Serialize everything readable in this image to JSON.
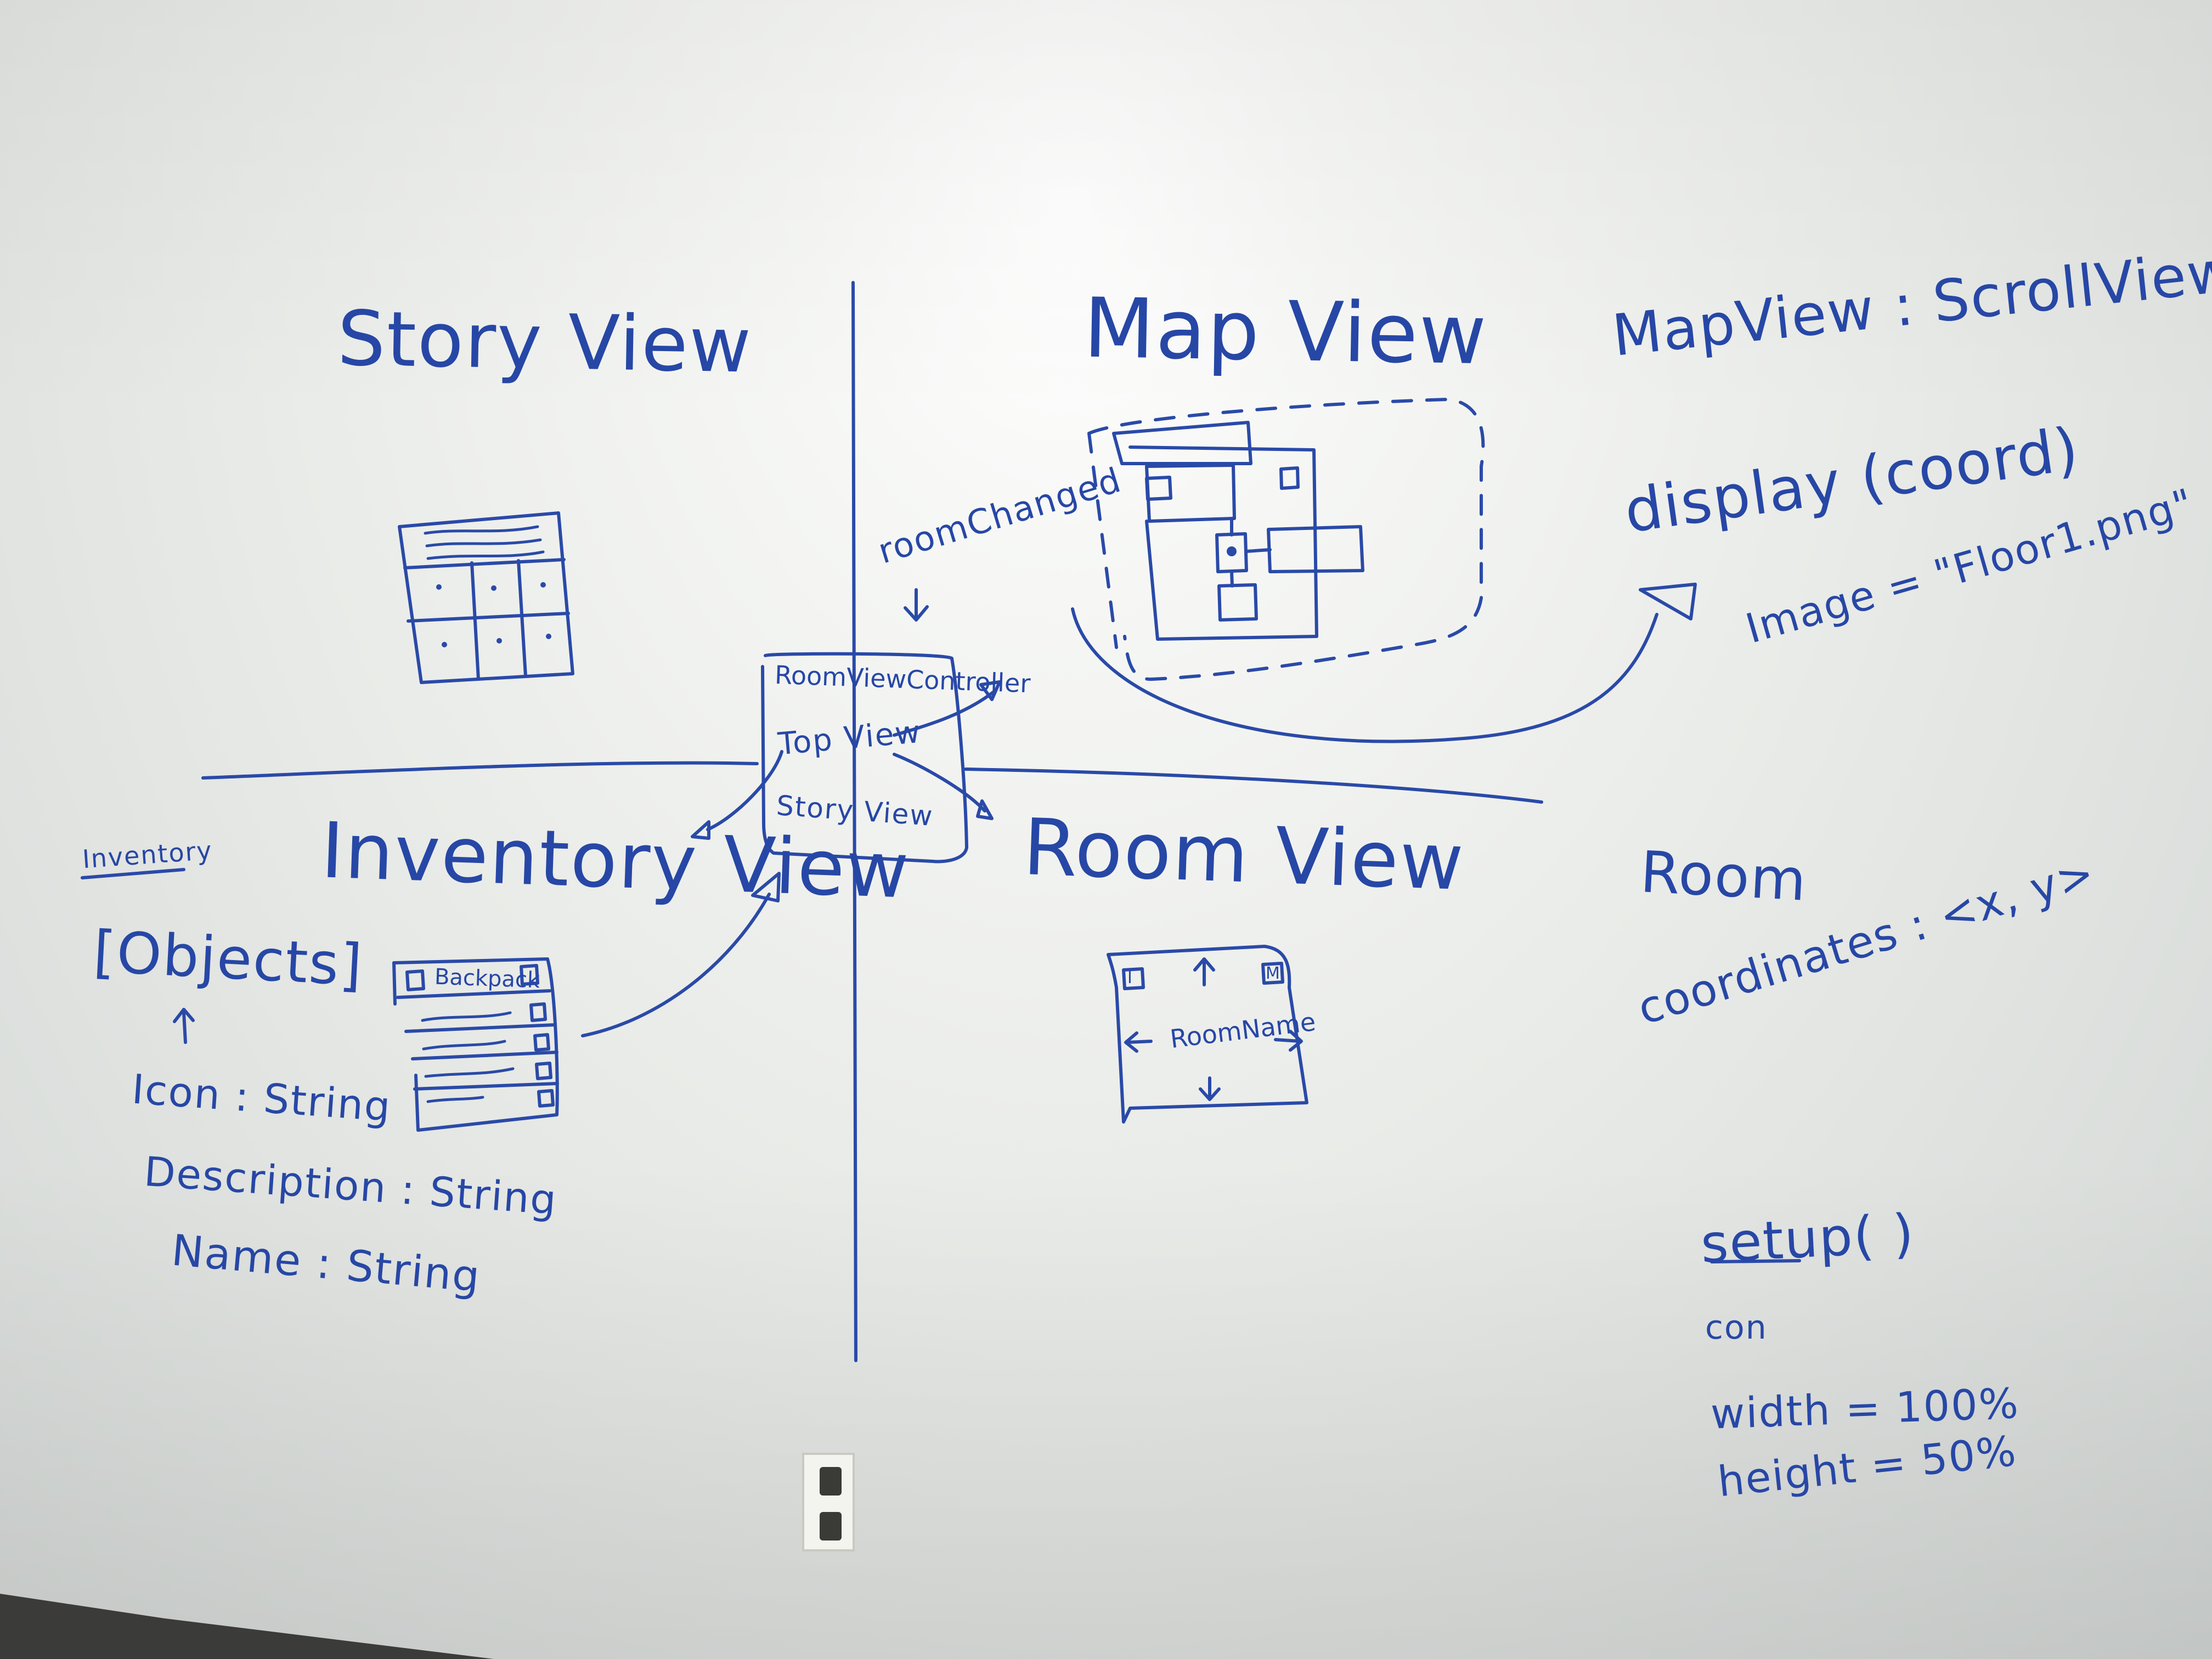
{
  "regions": {
    "story": {
      "title": "Story View"
    },
    "map": {
      "title": "Map View"
    },
    "inventory": {
      "title": "Inventory View"
    },
    "room": {
      "title": "Room View"
    }
  },
  "controller": {
    "name": "RoomViewController",
    "items": [
      "Top View",
      "Story View"
    ],
    "event": "roomChanged"
  },
  "inventory_model": {
    "heading": "Inventory",
    "type": "[Objects]",
    "fields": [
      "Icon : String",
      "Description : String",
      "Name : String"
    ]
  },
  "backpack": {
    "label": "Backpack"
  },
  "room_mock": {
    "name": "RoomName",
    "left_button": "I",
    "right_button": "M"
  },
  "mapview_notes": {
    "class_decl": "MapView : ScrollView",
    "method": "display (coord)",
    "image": "Image = \"Floor1.png\""
  },
  "room_notes": {
    "class_name": "Room",
    "field": "coordinates : <x, y>"
  },
  "setup_notes": {
    "method": "setup( )",
    "sub": "con",
    "width": "width = 100%",
    "height": "height = 50%"
  },
  "colors": {
    "ink": "#2a4aa8",
    "board": "#eef0ee",
    "floor": "#3b3b39"
  }
}
